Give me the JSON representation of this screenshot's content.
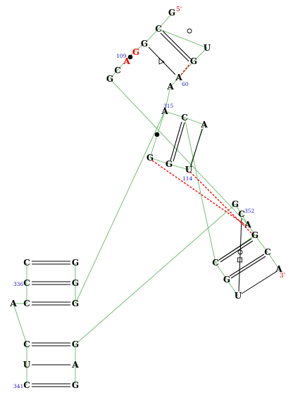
{
  "colors": {
    "base": "#000000",
    "highlight": "#ff0000",
    "backbone": "#66bb66",
    "number": "#1a1acc",
    "end_label": "#cc0000",
    "noncanonical": "#ff0000"
  },
  "five_prime_label": "5'",
  "three_prime_label": "3'",
  "nucleotides": [
    {
      "id": "n1",
      "letter": "G",
      "highlight": false
    },
    {
      "id": "n2",
      "letter": "C",
      "highlight": false
    },
    {
      "id": "n3",
      "letter": "G",
      "highlight": false
    },
    {
      "id": "n4",
      "letter": "G",
      "highlight": true
    },
    {
      "id": "n5",
      "letter": "A",
      "highlight": true
    },
    {
      "id": "n6",
      "letter": "C",
      "highlight": false
    },
    {
      "id": "n7",
      "letter": "G",
      "highlight": false
    },
    {
      "id": "n8",
      "letter": "U",
      "highlight": false
    },
    {
      "id": "n9",
      "letter": "G",
      "highlight": false
    },
    {
      "id": "n10",
      "letter": "A",
      "highlight": false
    },
    {
      "id": "n11",
      "letter": "A",
      "highlight": false
    },
    {
      "id": "n12",
      "letter": "A",
      "highlight": false
    },
    {
      "id": "n13",
      "letter": "C",
      "highlight": false
    },
    {
      "id": "n14",
      "letter": "A",
      "highlight": false
    },
    {
      "id": "n15",
      "letter": "G",
      "highlight": false
    },
    {
      "id": "n16",
      "letter": "G",
      "highlight": false
    },
    {
      "id": "n17",
      "letter": "U",
      "highlight": false
    },
    {
      "id": "n18",
      "letter": "G",
      "highlight": false
    },
    {
      "id": "n19",
      "letter": "C",
      "highlight": false
    },
    {
      "id": "n20",
      "letter": "A",
      "highlight": false
    },
    {
      "id": "n21",
      "letter": "G",
      "highlight": false
    },
    {
      "id": "n22",
      "letter": "C",
      "highlight": false
    },
    {
      "id": "n23",
      "letter": "C",
      "highlight": false
    },
    {
      "id": "n24",
      "letter": "A",
      "highlight": false
    },
    {
      "id": "n25",
      "letter": "G",
      "highlight": false
    },
    {
      "id": "n26",
      "letter": "U",
      "highlight": false
    },
    {
      "id": "n27",
      "letter": "C",
      "highlight": false
    },
    {
      "id": "n28",
      "letter": "G",
      "highlight": false
    },
    {
      "id": "n29",
      "letter": "C",
      "highlight": false
    },
    {
      "id": "n30",
      "letter": "G",
      "highlight": false
    },
    {
      "id": "n31",
      "letter": "A",
      "highlight": false
    },
    {
      "id": "n32",
      "letter": "C",
      "highlight": false
    },
    {
      "id": "n33",
      "letter": "G",
      "highlight": false
    },
    {
      "id": "n34",
      "letter": "C",
      "highlight": false
    },
    {
      "id": "n35",
      "letter": "G",
      "highlight": false
    },
    {
      "id": "n36",
      "letter": "U",
      "highlight": false
    },
    {
      "id": "n37",
      "letter": "A",
      "highlight": false
    },
    {
      "id": "n38",
      "letter": "C",
      "highlight": false
    },
    {
      "id": "n39",
      "letter": "G",
      "highlight": false
    }
  ],
  "residue_numbers": [
    {
      "id": "r109",
      "text": "109"
    },
    {
      "id": "r60",
      "text": "60"
    },
    {
      "id": "r315",
      "text": "315"
    },
    {
      "id": "r114",
      "text": "114"
    },
    {
      "id": "r352",
      "text": "352"
    },
    {
      "id": "r336",
      "text": "336"
    },
    {
      "id": "r341",
      "text": "341"
    }
  ]
}
